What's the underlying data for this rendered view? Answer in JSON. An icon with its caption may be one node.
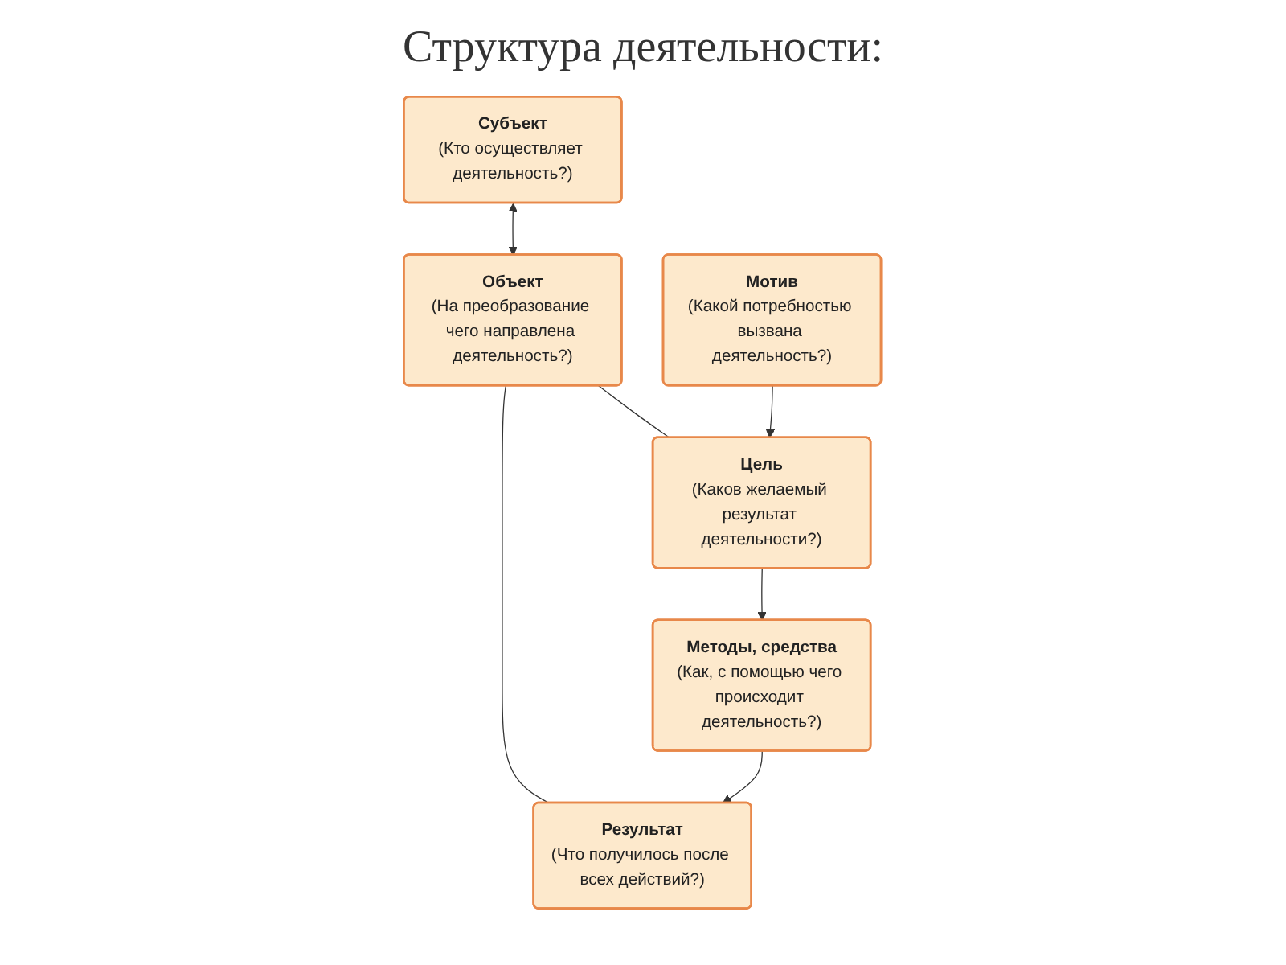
{
  "diagram": {
    "title": "Структура деятельности:",
    "nodes": [
      {
        "text": [
          "Субъект",
          "(Кто осуществляет деятельность?)"
        ]
      },
      {
        "text": [
          "Объект",
          "(На преобразование чего направлена деятельность?)"
        ]
      },
      {
        "text": [
          "Мотив",
          "(Какой потребностью вызвана деятельность?)"
        ]
      },
      {
        "text": [
          "Цель",
          "(Каков желаемый результат деятельности?)"
        ]
      },
      {
        "text": [
          "Методы, средства",
          "(Как, с помощью чего происходит деятельность?)"
        ]
      },
      {
        "text": [
          "Результат",
          "(Что получилось после всех действий?)"
        ]
      }
    ],
    "edges": [
      {
        "from": 0,
        "to": 1,
        "arrow": "both"
      },
      {
        "from": 1,
        "to": 3,
        "arrow": "none"
      },
      {
        "from": 1,
        "to": 5,
        "arrow": "none"
      },
      {
        "from": 2,
        "to": 3,
        "arrow": "to"
      },
      {
        "from": 3,
        "to": 4,
        "arrow": "to"
      },
      {
        "from": 4,
        "to": 5,
        "arrow": "to"
      }
    ]
  }
}
